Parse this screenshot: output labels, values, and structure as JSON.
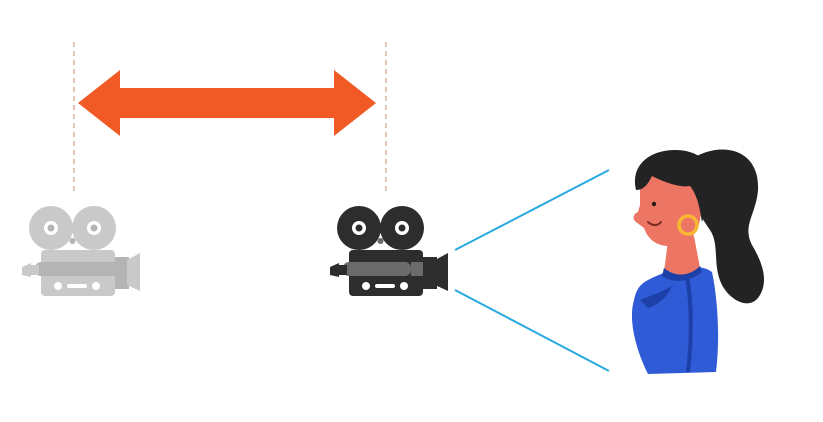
{
  "colors": {
    "background": "#ffffff",
    "arrow": "#f15a24",
    "guide_lines": "#e0b49a",
    "view_lines": "#29a9e0",
    "camera_faded": "#c9c9c9",
    "camera_faded_dark": "#b4b4b4",
    "camera_active": "#2d2d2d",
    "camera_active_light": "#6b6b6b",
    "hair": "#232323",
    "skin": "#ec7563",
    "shirt": "#2f5bd6",
    "shirt_dark": "#1d3fa8",
    "earring": "#f7b733"
  },
  "elements": {
    "arrow": "double-headed-arrow",
    "camera_start": "movie-camera-faded",
    "camera_end": "movie-camera-active",
    "subject": "woman-portrait"
  }
}
